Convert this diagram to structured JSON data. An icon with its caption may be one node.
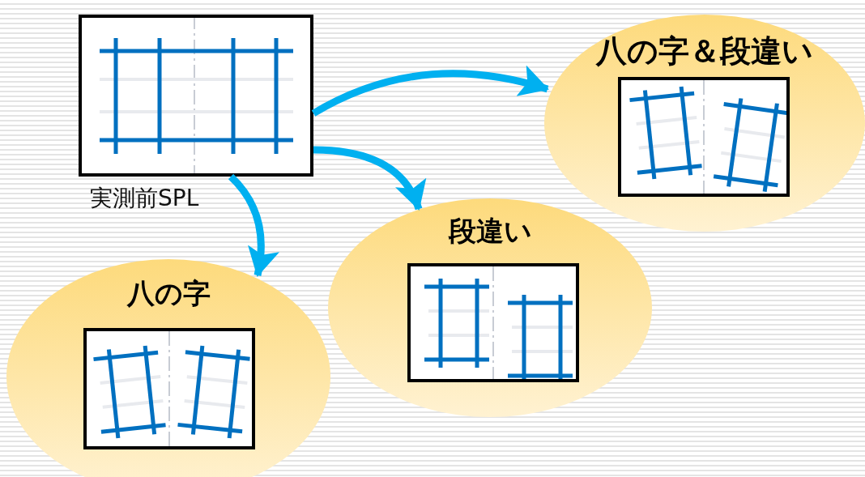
{
  "diagram": {
    "nodes": [
      {
        "text": [],
        "shape": "box",
        "beside": [
          "実測前SPL"
        ]
      },
      {
        "text": [
          "八の字＆段違い"
        ]
      },
      {
        "text": [],
        "shape": "box",
        "in": 1
      },
      {
        "text": [
          "段違い"
        ]
      },
      {
        "text": [],
        "shape": "box",
        "in": 3
      },
      {
        "text": [
          "八の字"
        ]
      },
      {
        "text": [],
        "shape": "box",
        "in": 5
      }
    ],
    "edges": [
      {
        "from": 0,
        "to": 1,
        "arrow": "to"
      },
      {
        "from": 0,
        "to": 3,
        "arrow": "to"
      },
      {
        "from": 0,
        "to": 5,
        "arrow": "to"
      }
    ]
  }
}
